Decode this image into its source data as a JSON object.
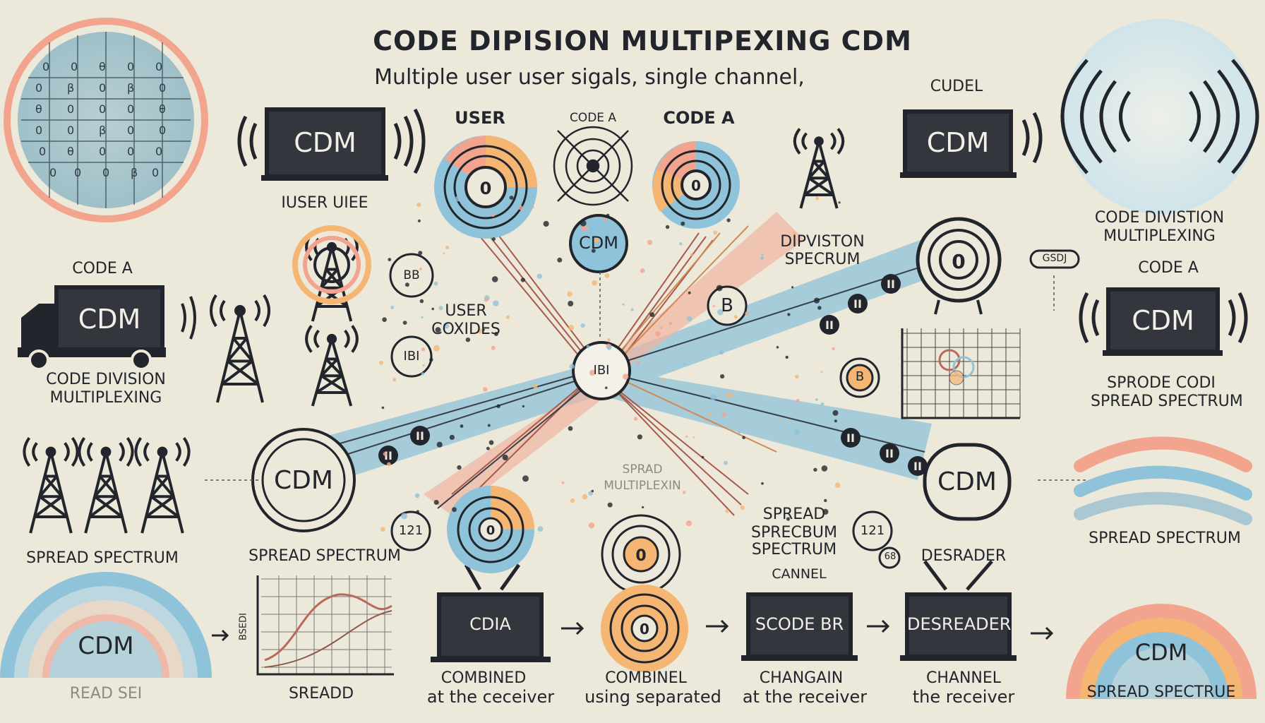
{
  "header": {
    "title": "CODE DIPISION MULTIPEXING CDM",
    "subtitle": "Multiple user user sigals, single channel,"
  },
  "left": {
    "code_label": "CODE A",
    "truck_screen": "CDM",
    "code_division_line1": "CODE DIVISION",
    "code_division_line2": "MULTIPLEXING",
    "spread_label": "SPREAD SPECTRUM",
    "arc_text": "CDM",
    "arc_caption": "READ SEI"
  },
  "top_left": {
    "screen": "CDM",
    "caption": "IUSER UIEE"
  },
  "center": {
    "user_label": "USER",
    "code_a_small": "CODE A",
    "code_a_big": "CODE A",
    "bubble": "CDM",
    "hub": "IBI",
    "user_codes_line1": "USER",
    "user_codes_line2": "COXIDES",
    "badge_bb": "BB",
    "badge_bi": "IBI",
    "badge_b": "B",
    "badge_b2": "B",
    "center_watermark_line1": "SPRAD",
    "center_watermark_line2": "MULTIPLEXIN",
    "spread_spectrum_left": "SPREAD SPECTRUM",
    "spread_right_line1": "SPREAD",
    "spread_right_line2": "SPRECBUM",
    "spread_right_line3": "SPECTRUM",
    "division_line1": "DIPVISTON",
    "division_line2": "SPECRUM",
    "badge_121_left": "121",
    "badge_121_right": "121",
    "badge_68": "68",
    "left_cdm_circle": "CDM",
    "right_cdm_box": "CDM",
    "dot_labels": [
      "II",
      "II",
      "II",
      "II",
      "II",
      "II",
      "II",
      "II"
    ]
  },
  "top_right": {
    "cudel": "CUDEL",
    "screen": "CDM",
    "tower_caption_line1": "CODE DIVISTION",
    "tower_caption_line2": "MULTIPLEXING",
    "code_a": "CODE A",
    "screen2": "CDM",
    "tag": "GSDJ",
    "sprode_line1": "SPRODE CODI",
    "sprode_line2": "SPREAD SPECTRUM",
    "spread_label": "SPREAD SPECTRUM",
    "arc_text": "CDM",
    "arc_caption": "SPREAD SPECTRUE"
  },
  "bottom": {
    "chart_caption": "SREADD",
    "chart_ylabel": "BSEDI",
    "box1": "CDIA",
    "box2": "SCODE BR",
    "box3": "DESREADER",
    "desrader_label": "DESRADER",
    "canel_label": "CANNEL",
    "cap1_line1": "COMBINED",
    "cap1_line2": "at the ceceiver",
    "cap2_line1": "COMBINEL",
    "cap2_line2": "using separated",
    "cap3_line1": "CHANGAIN",
    "cap3_line2": "at the receiver",
    "cap4_line1": "CHANNEL",
    "cap4_line2": "the receiver"
  },
  "colors": {
    "background": "#ece8da",
    "dark": "#22252b",
    "screen": "#33363d",
    "blue": "#8fc3d9",
    "salmon": "#f2a48f",
    "orange": "#f5b673",
    "red_line": "#b86a5a"
  }
}
